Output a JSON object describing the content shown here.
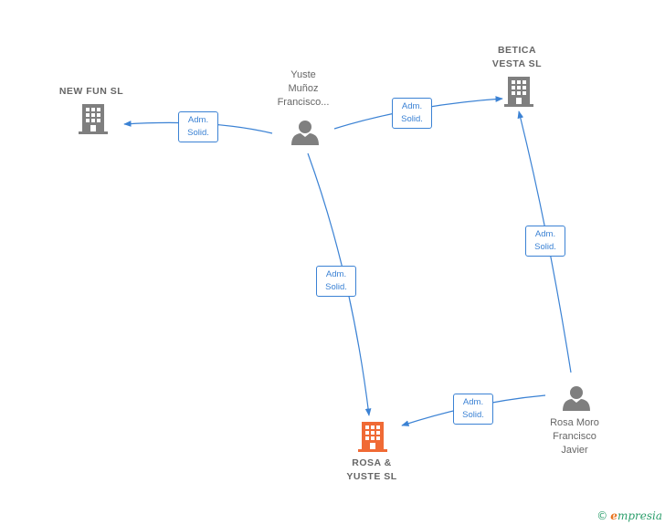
{
  "colors": {
    "edge": "#3b82d4",
    "node_gray": "#7f7f7f",
    "main_company": "#f06a35"
  },
  "nodes": {
    "new_fun": {
      "label": "NEW FUN  SL",
      "type": "company"
    },
    "betica": {
      "line1": "BETICA",
      "line2": "VESTA  SL",
      "type": "company"
    },
    "yuste": {
      "line1": "Yuste",
      "line2": "Muñoz",
      "line3": "Francisco...",
      "type": "person"
    },
    "rosa_yuste": {
      "line1": "ROSA &",
      "line2": "YUSTE  SL",
      "type": "company-main"
    },
    "rosa_moro": {
      "line1": "Rosa Moro",
      "line2": "Francisco",
      "line3": "Javier",
      "type": "person"
    }
  },
  "edges": [
    {
      "from": "yuste",
      "to": "new_fun",
      "line1": "Adm.",
      "line2": "Solid."
    },
    {
      "from": "yuste",
      "to": "betica",
      "line1": "Adm.",
      "line2": "Solid."
    },
    {
      "from": "yuste",
      "to": "rosa_yuste",
      "line1": "Adm.",
      "line2": "Solid."
    },
    {
      "from": "rosa_moro",
      "to": "betica",
      "line1": "Adm.",
      "line2": "Solid."
    },
    {
      "from": "rosa_moro",
      "to": "rosa_yuste",
      "line1": "Adm.",
      "line2": "Solid."
    }
  ],
  "footer": {
    "copyright": "©",
    "brand_e": "e",
    "brand_rest": "mpresia"
  }
}
